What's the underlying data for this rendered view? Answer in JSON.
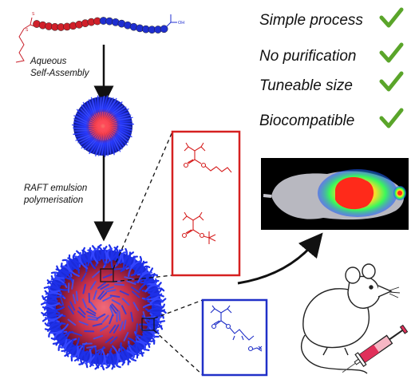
{
  "steps": {
    "self_assembly": [
      "Aqueous",
      "Self-Assembly"
    ],
    "polymerisation": [
      "RAFT emulsion",
      "polymerisation"
    ]
  },
  "features": [
    {
      "label": "Simple process",
      "check": "check-icon"
    },
    {
      "label": "No purification",
      "check": "check-icon"
    },
    {
      "label": "Tuneable size",
      "check": "check-icon"
    },
    {
      "label": "Biocompatible",
      "check": "check-icon"
    }
  ],
  "labels": {
    "thiol": "S",
    "oh": "OH"
  },
  "colors": {
    "hydrophobic": "#d0202a",
    "hydrophilic": "#1f2fd0",
    "check": "#5aa52a",
    "red_box": "#d62020",
    "blue_box": "#2030c8"
  }
}
